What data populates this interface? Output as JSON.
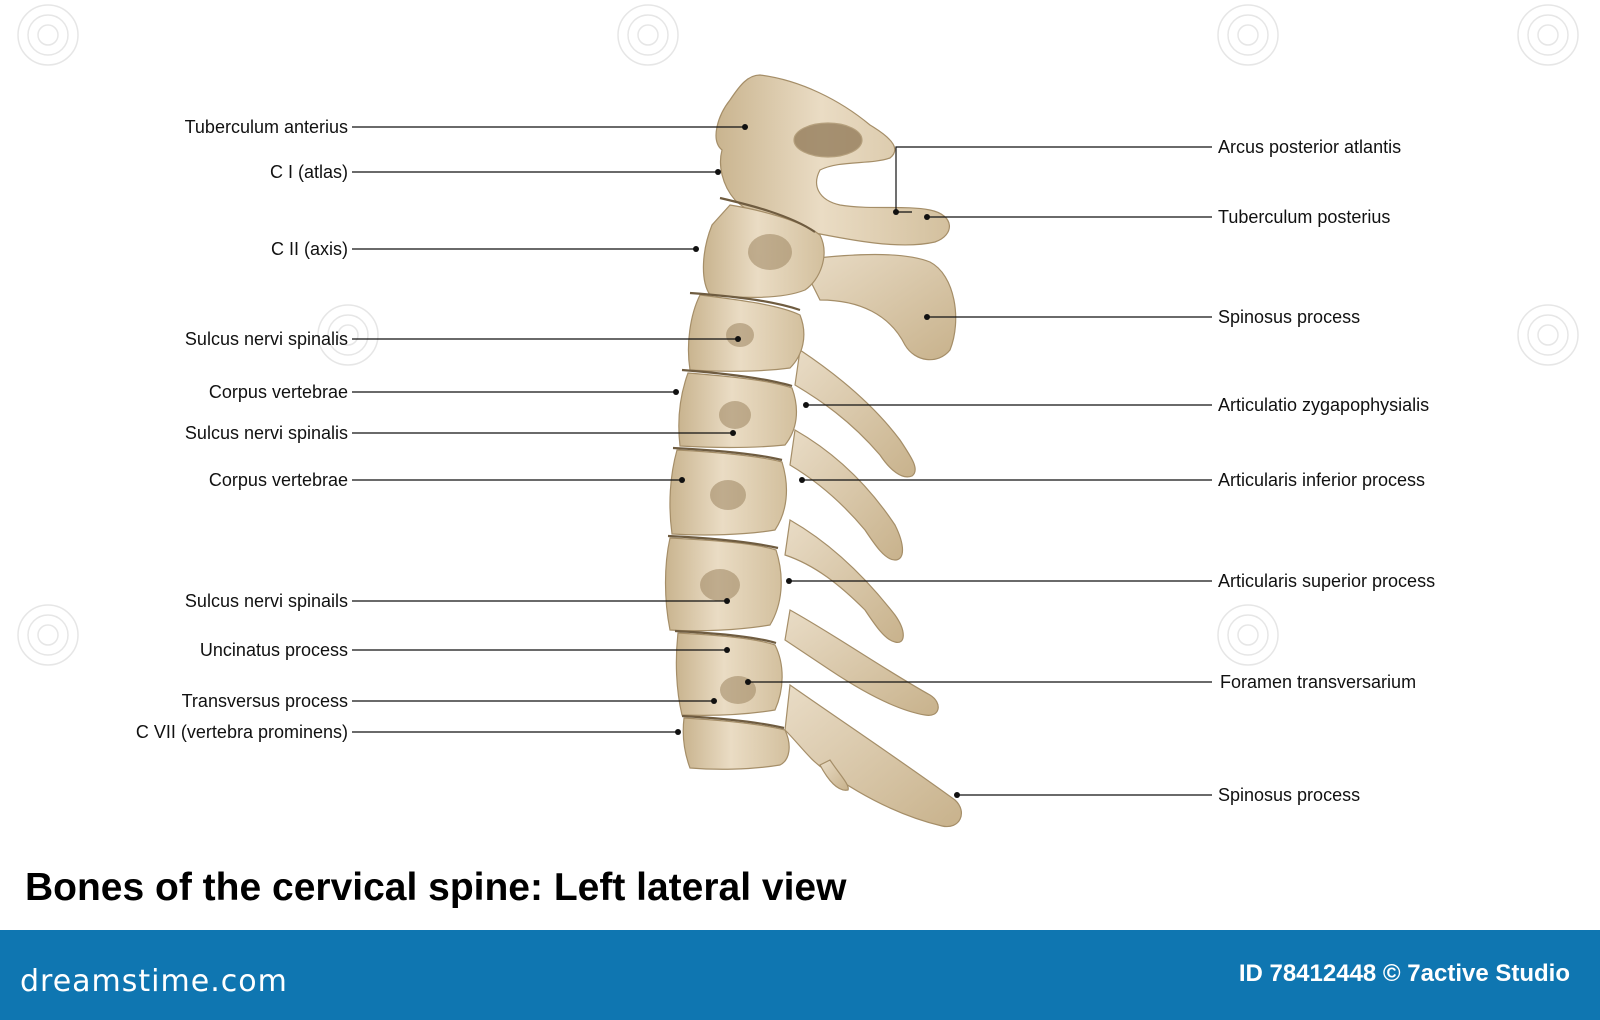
{
  "title": "Bones of the cervical spine: Left lateral view",
  "labels_left": [
    "Tuberculum anterius",
    "C I (atlas)",
    "C II (axis)",
    "Sulcus nervi spinalis",
    "Corpus vertebrae",
    "Sulcus nervi spinalis",
    "Corpus vertebrae",
    "Sulcus nervi spinails",
    "Uncinatus process",
    "Transversus process",
    "C VII (vertebra prominens)"
  ],
  "labels_right": [
    "Arcus posterior atlantis",
    "Tuberculum posterius",
    "Spinosus process",
    "Articulatio zygapophysialis",
    "Articularis inferior process",
    "Articularis superior process",
    "Foramen transversarium",
    "Spinosus process"
  ],
  "footer": {
    "brand": "dreamstime.com",
    "credit": "ID 78412448 © 7active Studio"
  },
  "colors": {
    "bone": "#e3d3b8",
    "bone_shadow": "#b9a27e",
    "footer": "#0f76b1"
  }
}
